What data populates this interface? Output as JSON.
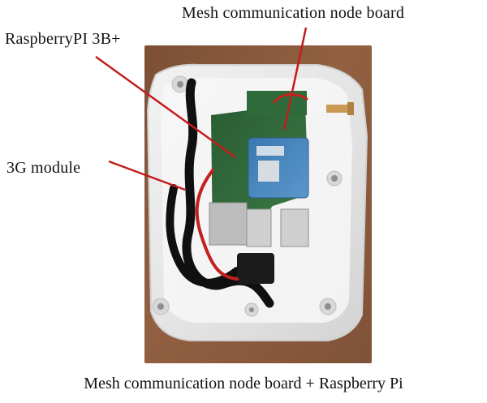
{
  "labels": {
    "mesh_node_board": "Mesh communication node board",
    "raspberry_pi": "RaspberryPI 3B+",
    "module_3g": "3G module"
  },
  "caption": "Mesh communication node board + Raspberry Pi",
  "colors": {
    "background": "#ffffff",
    "wood": "#8b5a3c",
    "enclosure": "#e9e9e9",
    "pcb_green": "#2f6b3a",
    "mesh_blue": "#3f7fb7",
    "cable_black": "#101010",
    "cable_red": "#c3201f",
    "annotation_line_red": "#c31c1c",
    "annotation_line_black": "#222222"
  },
  "icons": {
    "pointer": "line-arrow-icon"
  }
}
